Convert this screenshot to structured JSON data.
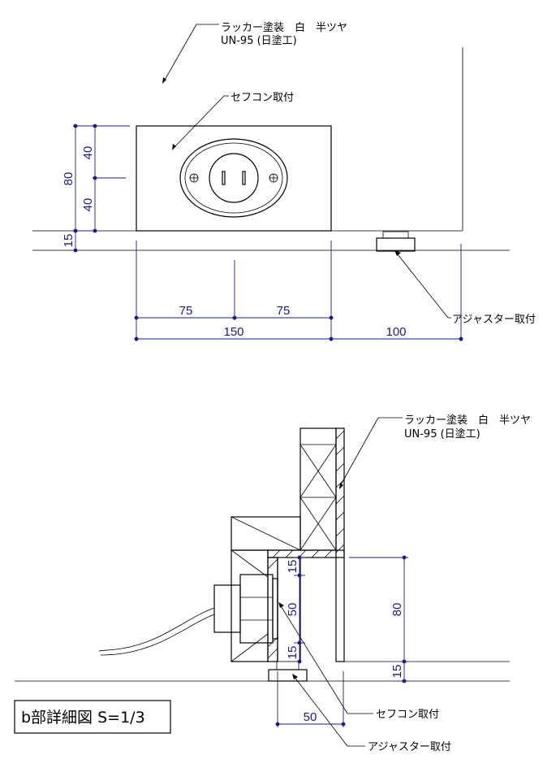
{
  "top_view": {
    "finish_note_line1": "ラッカー塗装　白　半ツヤ",
    "finish_note_line2": "UN-95 (日塗工)",
    "outlet_label": "セフコン取付",
    "adjuster_label": "アジャスター取付",
    "dims": {
      "height_total": "80",
      "height_upper": "40",
      "height_lower": "40",
      "base_gap": "15",
      "half_left": "75",
      "half_right": "75",
      "width": "150",
      "offset": "100"
    }
  },
  "section_view": {
    "finish_note_line1": "ラッカー塗装　白　半ツヤ",
    "finish_note_line2": "UN-95 (日塗工)",
    "outlet_label": "セフコン取付",
    "adjuster_label": "アジャスター取付",
    "dims": {
      "top_15": "15",
      "mid_50": "50",
      "bot_15": "15",
      "height_80": "80",
      "gap_15": "15",
      "width_50": "50"
    }
  },
  "title_box": {
    "label": "b部詳細図 S=1/3"
  },
  "colors": {
    "line": "#000000",
    "dimension": "#1a1a8c"
  }
}
